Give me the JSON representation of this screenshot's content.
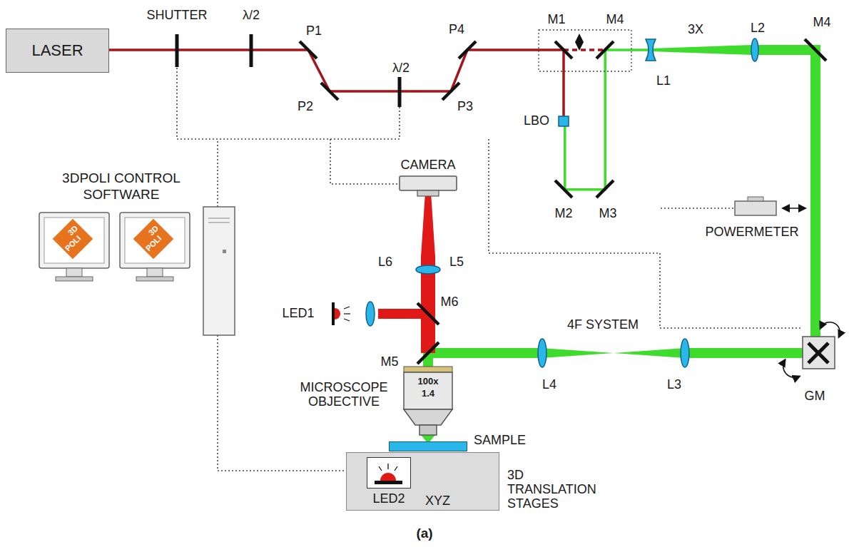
{
  "diagram": {
    "caption": "(a)",
    "nodes": [
      {
        "text": [
          "LASER"
        ]
      },
      {
        "text": [
          "MICROSCOPE OBJECTIVE",
          "100x",
          "1.4"
        ]
      },
      {
        "text": [
          "SAMPLE"
        ]
      },
      {
        "text": [
          "3D TRANSLATION STAGES",
          "XYZ"
        ]
      },
      {
        "text": [
          "LED2"
        ],
        "in": 3
      }
    ],
    "labels": [
      "SHUTTER",
      "λ/2",
      "P1",
      "λ/2",
      "P2",
      "P3",
      "P4",
      "M1",
      "M4",
      "3X",
      "L1",
      "L2",
      "M4",
      "LBO",
      "M2",
      "M3",
      "CAMERA",
      "L6",
      "L5",
      "LED1",
      "M6",
      "M5",
      "4F SYSTEM",
      "L4",
      "L3",
      "GM",
      "POWERMETER",
      "3DPOLI CONTROL SOFTWARE",
      "3D",
      "POLI",
      "3D",
      "POLI"
    ]
  }
}
